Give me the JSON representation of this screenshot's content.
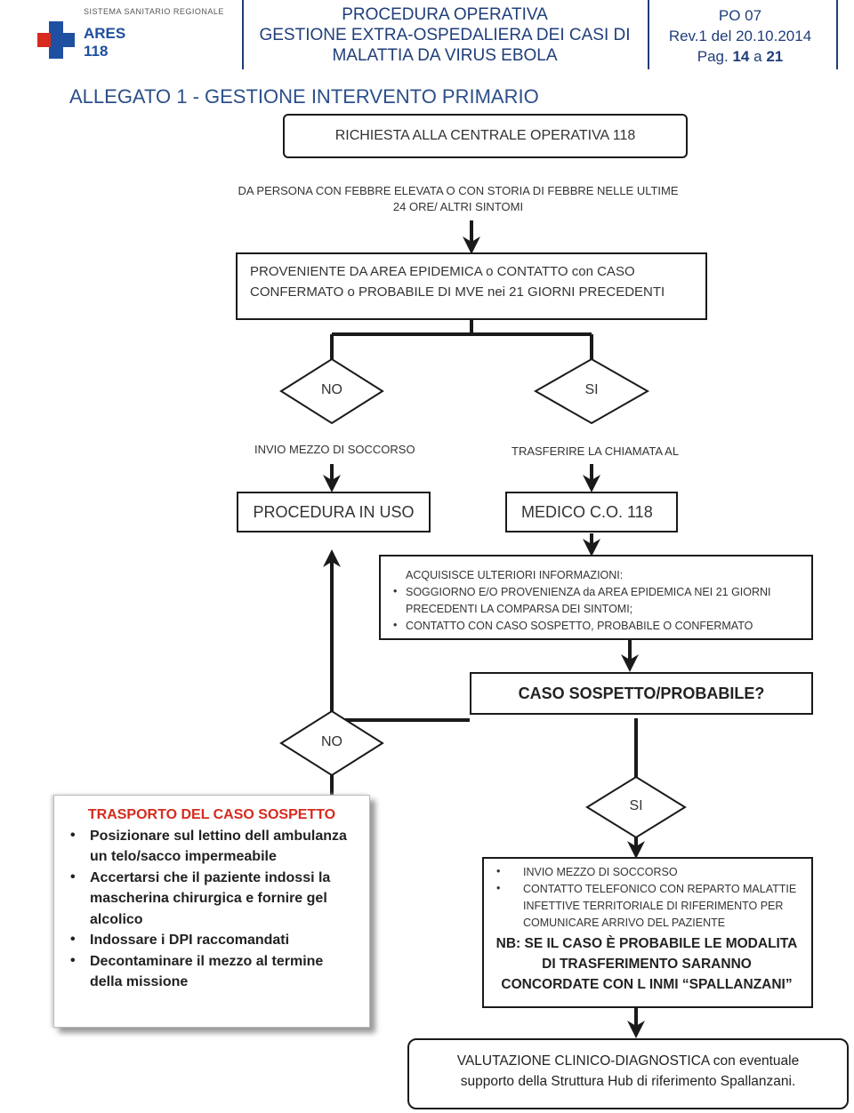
{
  "header": {
    "system_label": "SISTEMA SANITARIO REGIONALE",
    "logo_line1": "ARES",
    "logo_line2": "118",
    "title_lines": [
      "PROCEDURA OPERATIVA",
      "GESTIONE EXTRA-OSPEDALIERA DEI CASI DI",
      "MALATTIA DA VIRUS EBOLA"
    ],
    "doc_code": "PO 07",
    "revision": "Rev.1 del 20.10.2014",
    "page_prefix": "Pag.",
    "page_num": "14",
    "page_sep": "a",
    "page_total": "21"
  },
  "annex_title": "ALLEGATO 1 - GESTIONE INTERVENTO PRIMARIO",
  "flow": {
    "request_box": "RICHIESTA ALLA CENTRALE OPERATIVA 118",
    "person_line1": "DA PERSONA CON FEBBRE ELEVATA O CON STORIA DI FEBBRE NELLE ULTIME",
    "person_line2": "24 ORE/ ALTRI SINTOMI",
    "origin_line1": "PROVENIENTE DA AREA EPIDEMICA o CONTATTO con CASO",
    "origin_line2": "CONFERMATO o PROBABILE DI MVE nei 21 GIORNI PRECEDENTI",
    "no_label": "NO",
    "si_label": "SI",
    "send_vehicle": "INVIO MEZZO DI SOCCORSO",
    "transfer_call": "TRASFERIRE LA CHIAMATA AL",
    "procedure_in_use": "PROCEDURA IN USO",
    "medico": "MEDICO C.O. 118",
    "info_title": "ACQUISISCE ULTERIORI INFORMAZIONI:",
    "info_items": [
      "SOGGIORNO E/O PROVENIENZA da AREA EPIDEMICA NEI 21 GIORNI PRECEDENTI LA COMPARSA DEI SINTOMI;",
      "CONTATTO CON CASO SOSPETTO, PROBABILE O CONFERMATO"
    ],
    "case_question": "CASO SOSPETTO/PROBABILE?",
    "no_label2": "NO",
    "si_label2": "SI",
    "transport_title": "TRASPORTO DEL CASO SOSPETTO",
    "transport_items": [
      "Posizionare sul lettino dell ambulanza un telo/sacco impermeabile",
      "Accertarsi che il paziente indossi la mascherina chirurgica e fornire gel alcolico",
      "Indossare i DPI raccomandati",
      "Decontaminare il mezzo al termine della missione"
    ],
    "si_items": [
      "INVIO MEZZO DI SOCCORSO",
      "CONTATTO TELEFONICO CON REPARTO MALATTIE INFETTIVE TERRITORIALE DI RIFERIMENTO PER COMUNICARE ARRIVO DEL PAZIENTE"
    ],
    "nb_line1": "NB: SE IL CASO È PROBABILE LE MODALITA",
    "nb_line2": "DI TRASFERIMENTO SARANNO",
    "nb_line3": "CONCORDATE CON L INMI  “SPALLANZANI”",
    "final_line1": "VALUTAZIONE CLINICO-DIAGNOSTICA con eventuale",
    "final_line2": "supporto della Struttura Hub di riferimento Spallanzani."
  },
  "colors": {
    "header_blue": "#1f3e7a",
    "title_blue": "#2c4f8a",
    "logo_red": "#d62b1e",
    "accent_red": "#d62b1e"
  }
}
